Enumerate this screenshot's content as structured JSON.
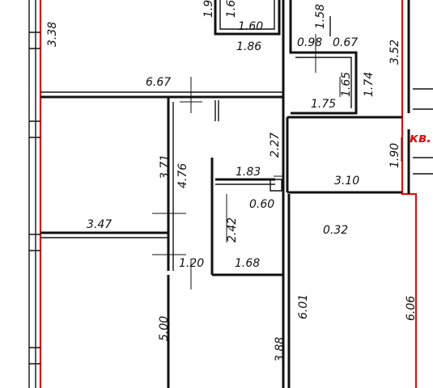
{
  "apartment_label": "кв.",
  "dimensions": {
    "d338": "3.38",
    "d19": "1.9",
    "d16": "1.6",
    "d160": "1.60",
    "d186": "1.86",
    "d158": "1.58",
    "d098": "0.98",
    "d067": "0.67",
    "d352": "3.52",
    "d667": "6.67",
    "d165": "1.65",
    "d174": "1.74",
    "d175": "1.75",
    "d227": "2.27",
    "d190": "1.90",
    "d371": "3.71",
    "d476": "4.76",
    "d183": "1.83",
    "d310": "3.10",
    "d060": "0.60",
    "d347": "3.47",
    "d242": "2.42",
    "d032": "0.32",
    "d120": "1.20",
    "d168": "1.68",
    "d601": "6.01",
    "d606": "6.06",
    "d500": "5.00",
    "d388": "3.88"
  },
  "colors": {
    "walls": "#111111",
    "apartment_boundary": "#e01010",
    "dimension_text": "#111111"
  }
}
